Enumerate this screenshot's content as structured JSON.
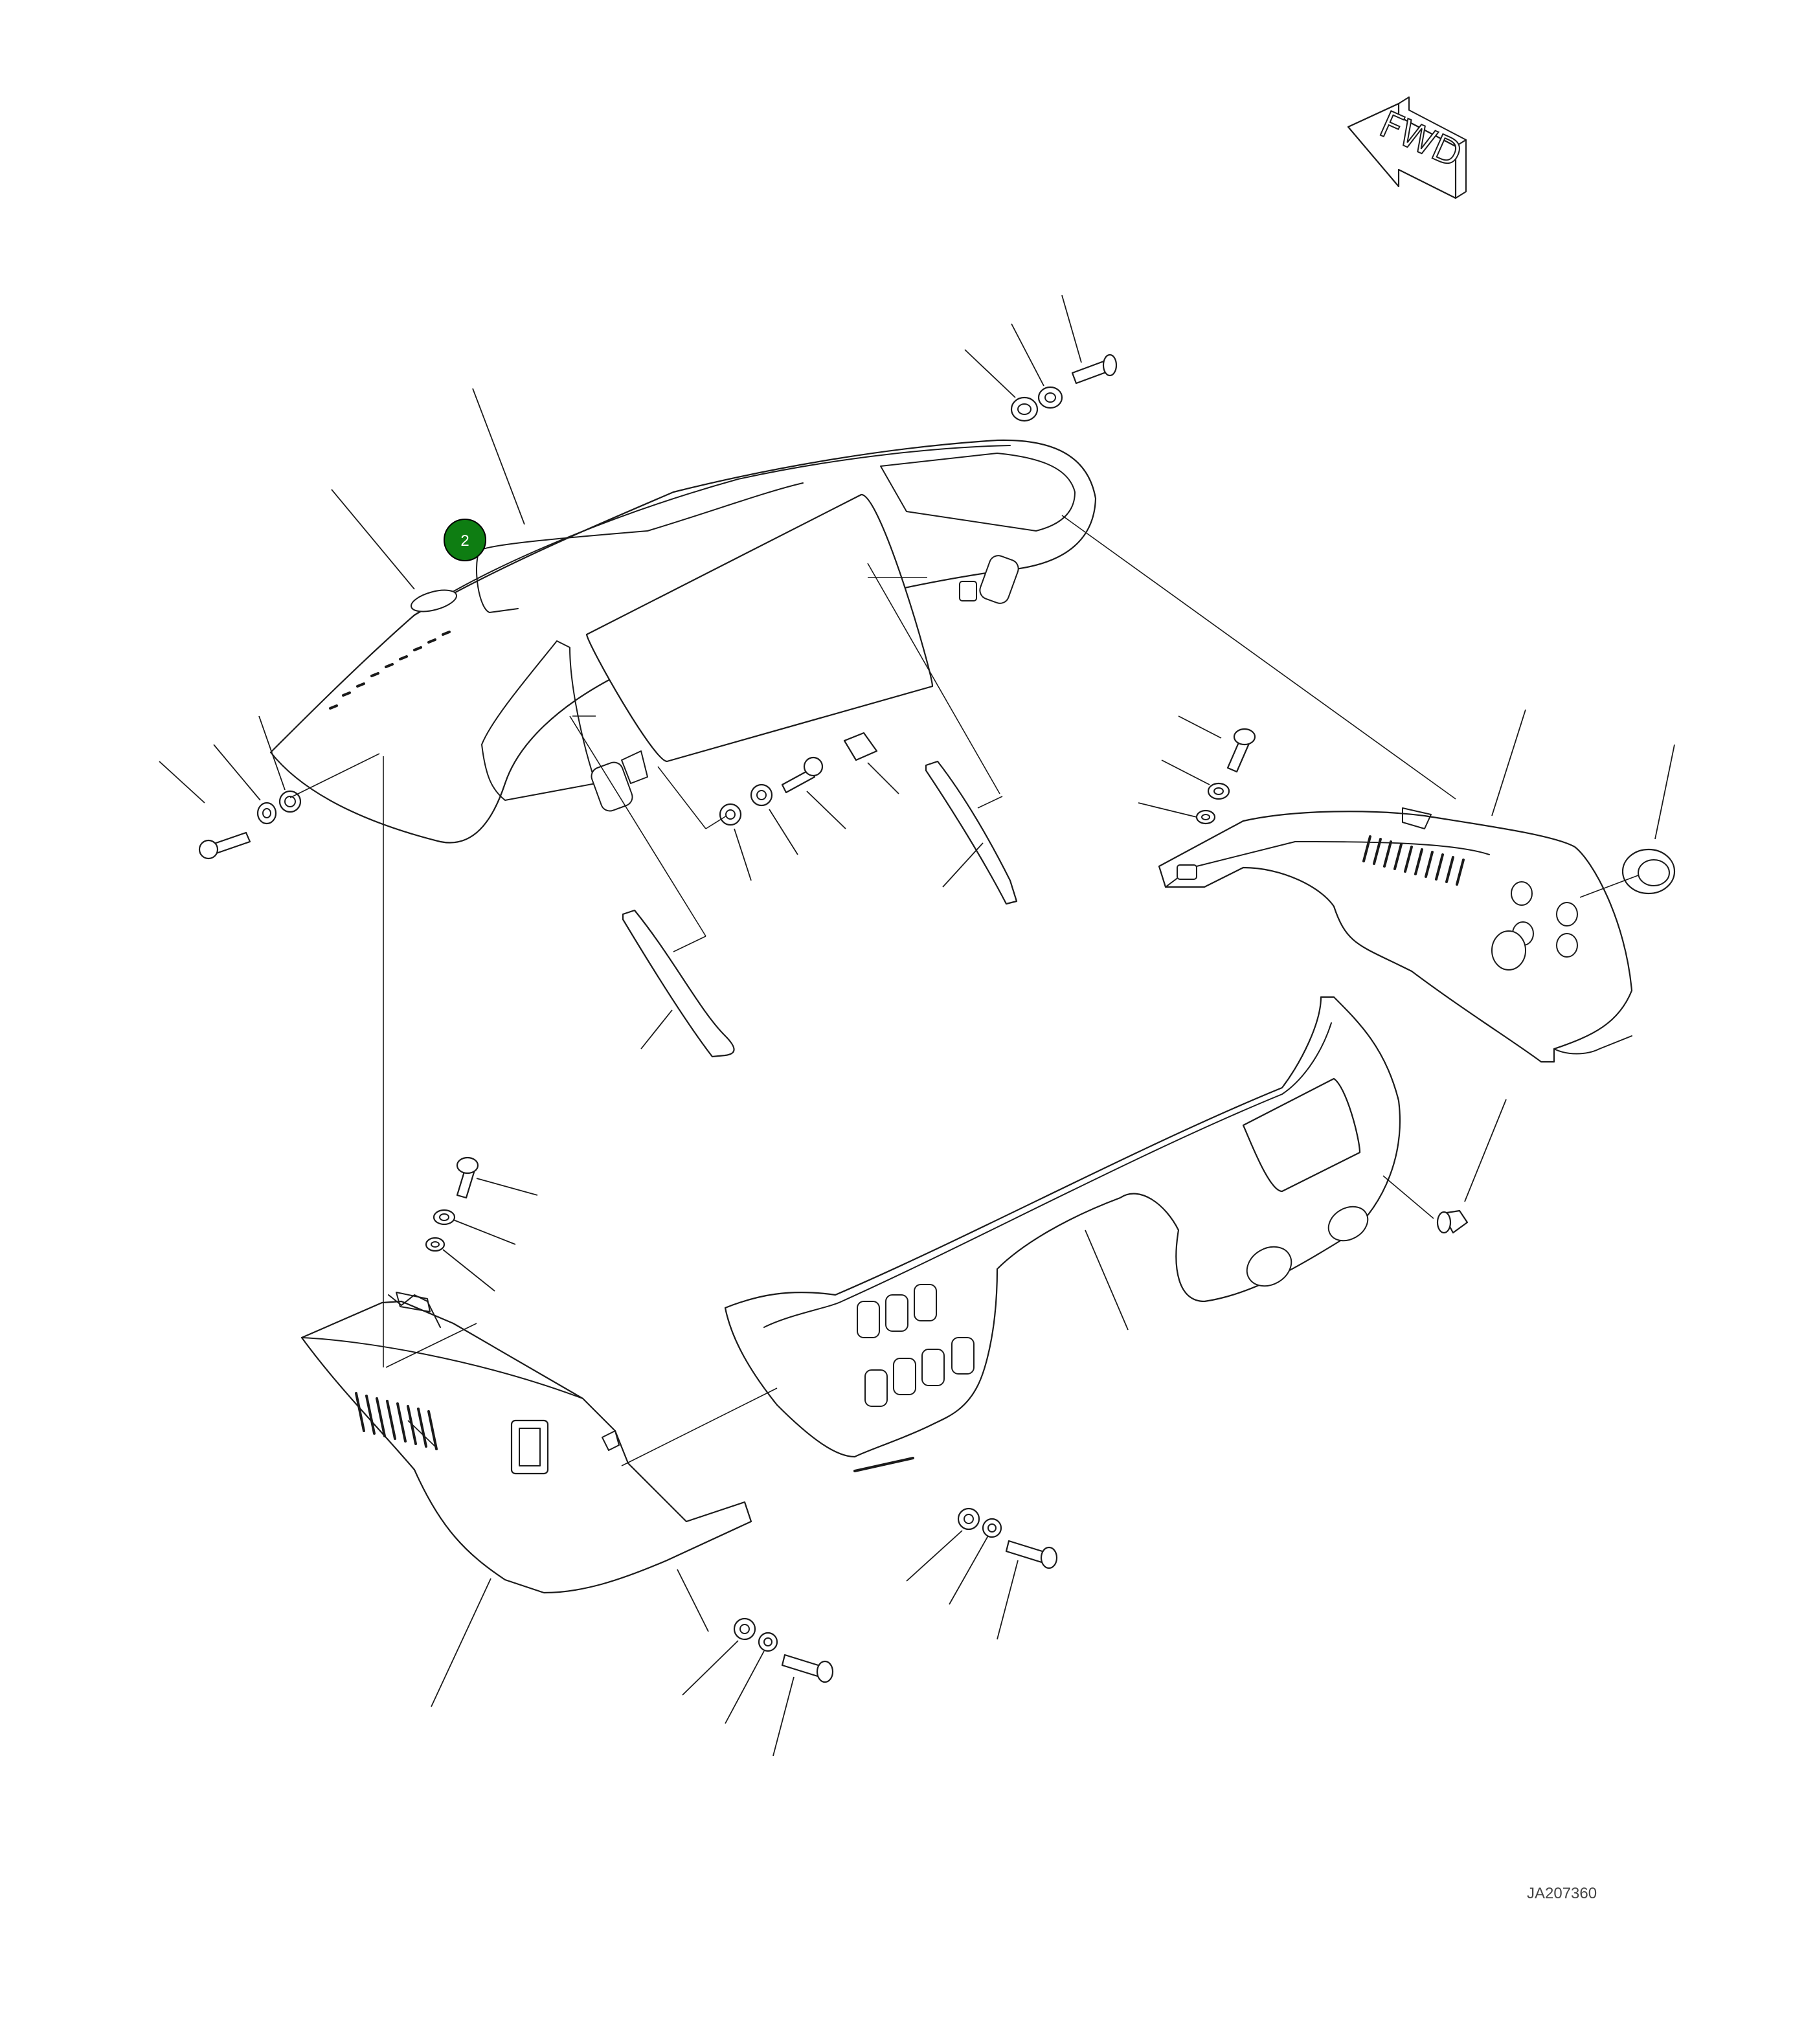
{
  "direction_indicator": {
    "label": "FWD"
  },
  "callouts": [
    {
      "number": "2",
      "color": "#0e7d12"
    }
  ],
  "drawing_reference": "JA207360"
}
